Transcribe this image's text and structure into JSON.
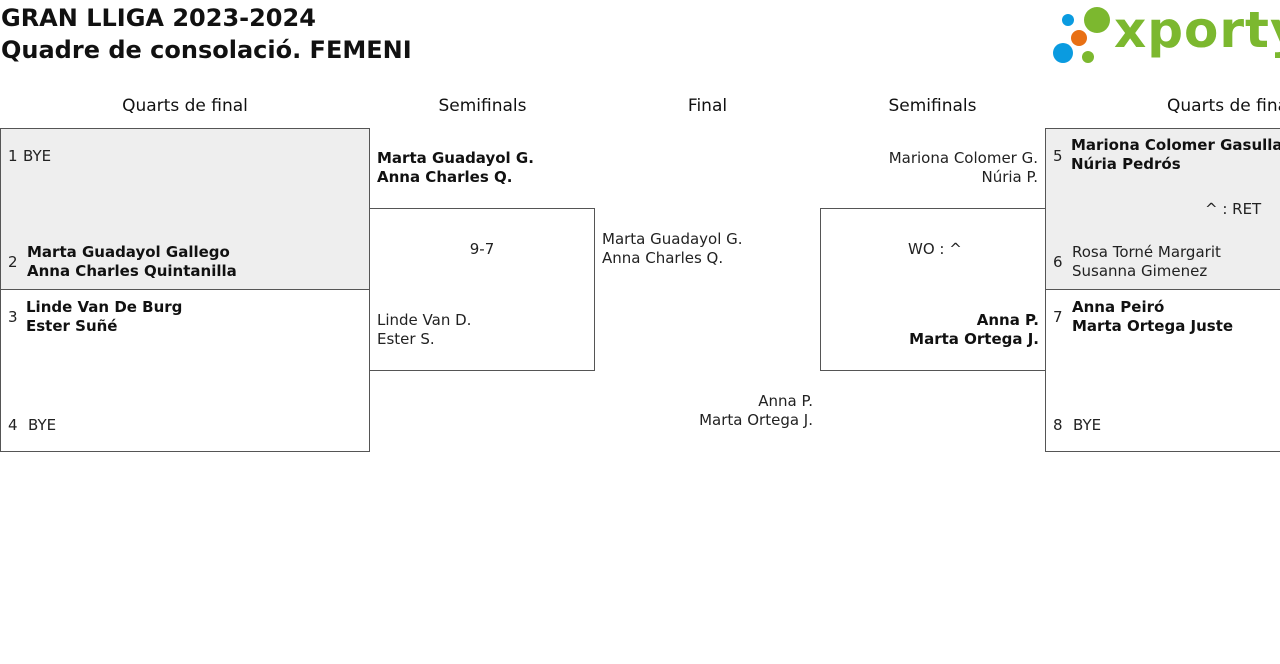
{
  "header": {
    "title_line1": "GRAN LLIGA 2023-2024",
    "title_line2": "Quadre de consolació. FEMENI"
  },
  "logo": {
    "text": "xporty",
    "green": "#7cb82f",
    "blue": "#0a9be0",
    "orange": "#e87014"
  },
  "rounds": {
    "left_qf": "Quarts de final",
    "left_sf": "Semifinals",
    "final": "Final",
    "right_sf": "Semifinals",
    "right_qf": "Quarts de final"
  },
  "left_qf": {
    "seed1": "1",
    "seed1_name": "BYE",
    "seed2": "2",
    "seed2_p1": "Marta Guadayol Gallego",
    "seed2_p2": "Anna Charles Quintanilla",
    "seed3": "3",
    "seed3_p1": "Linde Van De Burg",
    "seed3_p2": "Ester Suñé",
    "seed4": "4",
    "seed4_name": "BYE"
  },
  "left_sf": {
    "top_p1": "Marta Guadayol G.",
    "top_p2": "Anna Charles Q.",
    "score": "9-7",
    "bottom_p1": "Linde Van D.",
    "bottom_p2": "Ester S."
  },
  "final": {
    "top_p1": "Marta Guadayol G.",
    "top_p2": "Anna Charles Q.",
    "bottom_p1": "Anna P.",
    "bottom_p2": "Marta Ortega J."
  },
  "right_sf": {
    "top_p1": "Mariona Colomer G.",
    "top_p2": "Núria P.",
    "score": "WO : ^",
    "bottom_p1": "Anna P.",
    "bottom_p2": "Marta Ortega J."
  },
  "right_qf": {
    "seed5": "5",
    "seed5_p1": "Mariona Colomer Gasullaa",
    "seed5_p2": "Núria Pedrós",
    "score": "^ : RET",
    "seed6": "6",
    "seed6_p1": "Rosa Torné Margarit",
    "seed6_p2": "Susanna Gimenez",
    "seed7": "7",
    "seed7_p1": "Anna Peiró",
    "seed7_p2": "Marta Ortega Juste",
    "seed8": "8",
    "seed8_name": "BYE"
  }
}
